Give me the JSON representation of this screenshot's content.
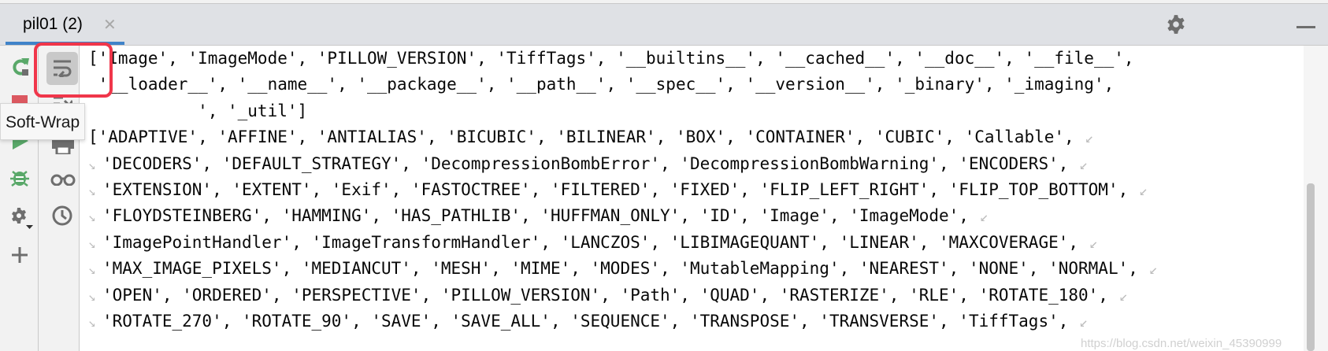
{
  "tab": {
    "label": "pil01 (2)",
    "close_icon": "close-icon"
  },
  "toolbar_right": {
    "gear_icon": "gear-icon",
    "minimize_icon": "minimize-icon"
  },
  "left_toolbar": [
    {
      "name": "rerun-icon",
      "color": "#59a869"
    },
    {
      "name": "stop-icon",
      "color": "#db5860"
    },
    {
      "name": "run-icon",
      "color": "#59a869"
    },
    {
      "name": "debug-icon",
      "color": "#59a869"
    },
    {
      "name": "settings-icon",
      "color": "#6e6e6e"
    },
    {
      "name": "add-icon",
      "color": "#6e6e6e"
    }
  ],
  "second_toolbar": [
    {
      "name": "soft-wrap-icon"
    },
    {
      "name": "scroll-to-end-icon"
    },
    {
      "name": "print-icon"
    },
    {
      "name": "show-variables-icon"
    },
    {
      "name": "history-icon"
    }
  ],
  "tooltip": {
    "text": "Soft-Wrap"
  },
  "highlight_color": "#f0364a",
  "console": {
    "lines": [
      {
        "text": "['Image', 'ImageMode', 'PILLOW_VERSION', 'TiffTags', '__builtins__', '__cached__', '__doc__', '__file__',",
        "wrap_in": false,
        "wrap_out": false
      },
      {
        "text": " '__loader__', '__name__', '__package__', '__path__', '__spec__', '__version__', '_binary', '_imaging',",
        "wrap_in": false,
        "wrap_out": false
      },
      {
        "text": "           ', '_util']",
        "wrap_in": false,
        "wrap_out": false
      },
      {
        "text": "['ADAPTIVE', 'AFFINE', 'ANTIALIAS', 'BICUBIC', 'BILINEAR', 'BOX', 'CONTAINER', 'CUBIC', 'Callable',",
        "wrap_in": false,
        "wrap_out": true
      },
      {
        "text": "'DECODERS', 'DEFAULT_STRATEGY', 'DecompressionBombError', 'DecompressionBombWarning', 'ENCODERS',",
        "wrap_in": true,
        "wrap_out": true
      },
      {
        "text": "'EXTENSION', 'EXTENT', 'Exif', 'FASTOCTREE', 'FILTERED', 'FIXED', 'FLIP_LEFT_RIGHT', 'FLIP_TOP_BOTTOM',",
        "wrap_in": true,
        "wrap_out": true
      },
      {
        "text": "'FLOYDSTEINBERG', 'HAMMING', 'HAS_PATHLIB', 'HUFFMAN_ONLY', 'ID', 'Image', 'ImageMode',",
        "wrap_in": true,
        "wrap_out": true
      },
      {
        "text": "'ImagePointHandler', 'ImageTransformHandler', 'LANCZOS', 'LIBIMAGEQUANT', 'LINEAR', 'MAXCOVERAGE',",
        "wrap_in": true,
        "wrap_out": true
      },
      {
        "text": "'MAX_IMAGE_PIXELS', 'MEDIANCUT', 'MESH', 'MIME', 'MODES', 'MutableMapping', 'NEAREST', 'NONE', 'NORMAL',",
        "wrap_in": true,
        "wrap_out": true
      },
      {
        "text": "'OPEN', 'ORDERED', 'PERSPECTIVE', 'PILLOW_VERSION', 'Path', 'QUAD', 'RASTERIZE', 'RLE', 'ROTATE_180',",
        "wrap_in": true,
        "wrap_out": true
      },
      {
        "text": "'ROTATE_270', 'ROTATE_90', 'SAVE', 'SAVE_ALL', 'SEQUENCE', 'TRANSPOSE', 'TRANSVERSE', 'TiffTags',",
        "wrap_in": true,
        "wrap_out": true
      }
    ]
  },
  "watermark": "https://blog.csdn.net/weixin_45390999"
}
